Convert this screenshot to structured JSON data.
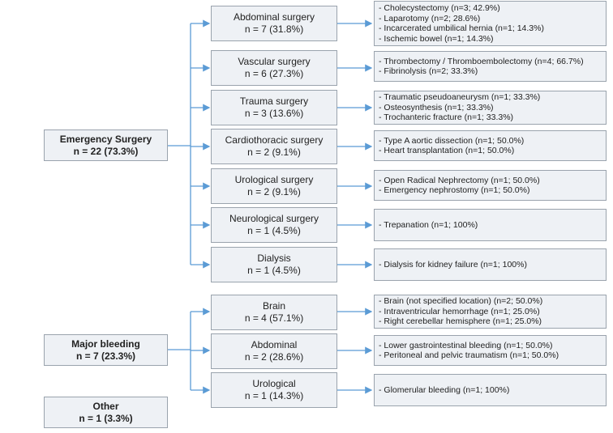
{
  "groups": [
    {
      "label": "Emergency Surgery",
      "count": "n = 22 (73.3%)",
      "categories": [
        {
          "name": "Abdominal surgery",
          "count": "n = 7 (31.8%)",
          "items": [
            "- Cholecystectomy (n=3; 42.9%)",
            "- Laparotomy (n=2; 28.6%)",
            "- Incarcerated umbilical hernia (n=1; 14.3%)",
            "- Ischemic bowel (n=1; 14.3%)"
          ]
        },
        {
          "name": "Vascular surgery",
          "count": "n = 6 (27.3%)",
          "items": [
            "- Thrombectomy / Thromboembolectomy (n=4; 66.7%)",
            "- Fibrinolysis (n=2;  33.3%)"
          ]
        },
        {
          "name": "Trauma surgery",
          "count": "n = 3 (13.6%)",
          "items": [
            "- Traumatic pseudoaneurysm (n=1; 33.3%)",
            "- Osteosynthesis (n=1; 33.3%)",
            "- Trochanteric fracture (n=1; 33.3%)"
          ]
        },
        {
          "name": "Cardiothoracic surgery",
          "count": "n = 2 (9.1%)",
          "items": [
            "- Type A aortic dissection (n=1; 50.0%)",
            "- Heart transplantation (n=1; 50.0%)"
          ]
        },
        {
          "name": "Urological surgery",
          "count": "n = 2 (9.1%)",
          "items": [
            "- Open Radical Nephrectomy (n=1; 50.0%)",
            "- Emergency nephrostomy (n=1; 50.0%)"
          ]
        },
        {
          "name": "Neurological surgery",
          "count": "n = 1 (4.5%)",
          "items": [
            "- Trepanation (n=1; 100%)"
          ]
        },
        {
          "name": "Dialysis",
          "count": "n = 1 (4.5%)",
          "items": [
            "- Dialysis for kidney failure (n=1; 100%)"
          ]
        }
      ]
    },
    {
      "label": "Major bleeding",
      "count": "n = 7 (23.3%)",
      "categories": [
        {
          "name": "Brain",
          "count": "n = 4 (57.1%)",
          "items": [
            "- Brain (not specified location) (n=2; 50.0%)",
            "- Intraventricular hemorrhage (n=1; 25.0%)",
            "- Right cerebellar hemisphere (n=1; 25.0%)"
          ]
        },
        {
          "name": "Abdominal",
          "count": "n = 2 (28.6%)",
          "items": [
            "- Lower gastrointestinal bleeding (n=1; 50.0%)",
            "- Peritoneal and pelvic traumatism (n=1; 50.0%)"
          ]
        },
        {
          "name": "Urological",
          "count": "n = 1 (14.3%)",
          "items": [
            "- Glomerular bleeding (n=1; 100%)"
          ]
        }
      ]
    },
    {
      "label": "Other",
      "count": "n = 1 (3.3%)",
      "categories": []
    }
  ]
}
